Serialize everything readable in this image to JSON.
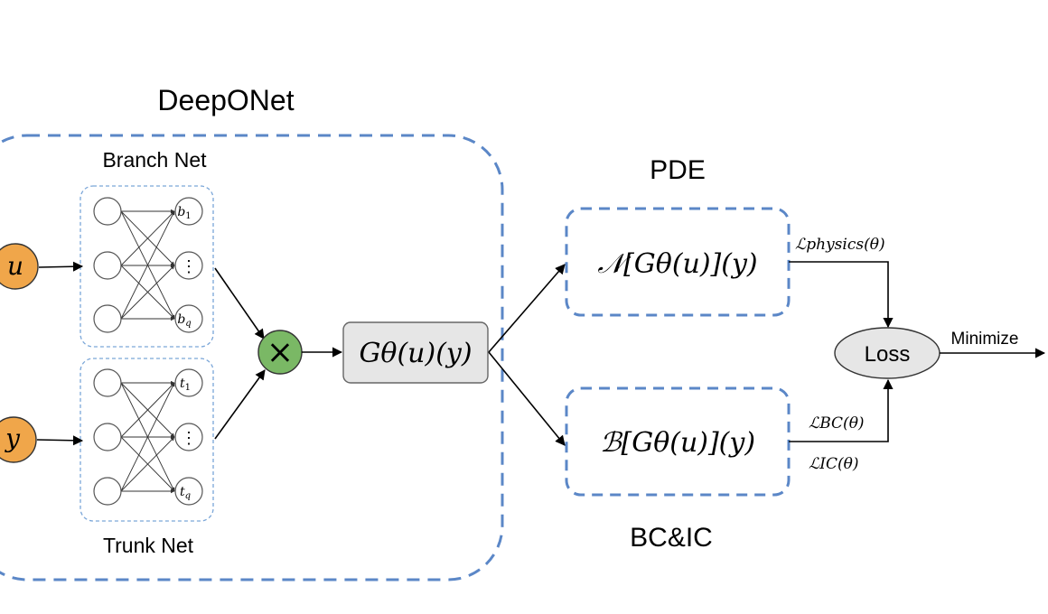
{
  "title": "DeepONet",
  "branch_net": {
    "label": "Branch Net",
    "input": "u",
    "outputs": [
      "b",
      "⋮",
      "b"
    ],
    "output_subscripts": [
      "1",
      "",
      "q"
    ]
  },
  "trunk_net": {
    "label": "Trunk Net",
    "input": "y",
    "outputs": [
      "t",
      "⋮",
      "t"
    ],
    "output_subscripts": [
      "1",
      "",
      "q"
    ]
  },
  "combine_symbol": "×",
  "operator_output": "Gθ(u)(y)",
  "pde": {
    "label": "PDE",
    "expression": "𝒩[Gθ(u)](y)",
    "loss": "ℒphysics(θ)"
  },
  "bc_ic": {
    "label": "BC&IC",
    "expression": "ℬ[Gθ(u)](y)",
    "loss_bc": "ℒBC(θ)",
    "loss_ic": "ℒIC(θ)"
  },
  "loss": {
    "label": "Loss",
    "action": "Minimize"
  },
  "colors": {
    "dashed_border": "#5b87c7",
    "input_node": "#f0a64a",
    "multiply_node": "#7ab865",
    "operator_box": "#e6e6e6",
    "loss_node": "#e6e6e6"
  }
}
